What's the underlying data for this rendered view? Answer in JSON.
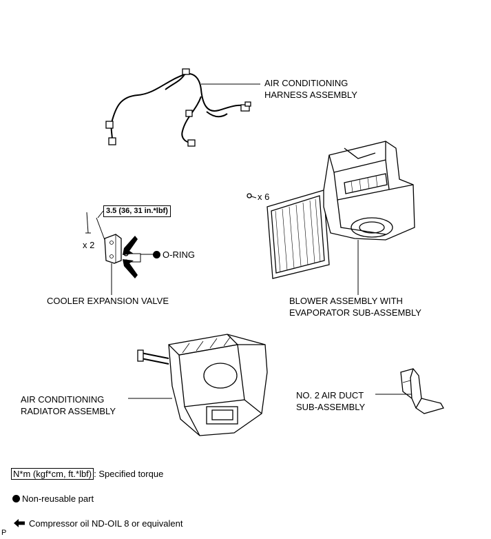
{
  "labels": {
    "harness_line1": "AIR CONDITIONING",
    "harness_line2": "HARNESS ASSEMBLY",
    "screw_count": "x 6",
    "bolt_count": "x 2",
    "torque": "3.5 (36, 31 in.*lbf)",
    "oring": "O-RING",
    "cooler_valve": "COOLER EXPANSION VALVE",
    "blower_line1": "BLOWER ASSEMBLY WITH",
    "blower_line2": "EVAPORATOR SUB-ASSEMBLY",
    "radiator_line1": "AIR CONDITIONING",
    "radiator_line2": "RADIATOR ASSEMBLY",
    "duct_line1": "NO. 2 AIR DUCT",
    "duct_line2": "SUB-ASSEMBLY"
  },
  "legend": {
    "torque_unit": "N*m (kgf*cm, ft.*lbf)",
    "torque_desc": ": Specified torque",
    "nonreusable": "Non-reusable part",
    "oil": "Compressor oil ND-OIL 8 or equivalent",
    "corner_mark": "P"
  },
  "icons": {
    "nonreusable_symbol": "filled-circle-icon",
    "oil_symbol": "left-arrow-icon"
  }
}
